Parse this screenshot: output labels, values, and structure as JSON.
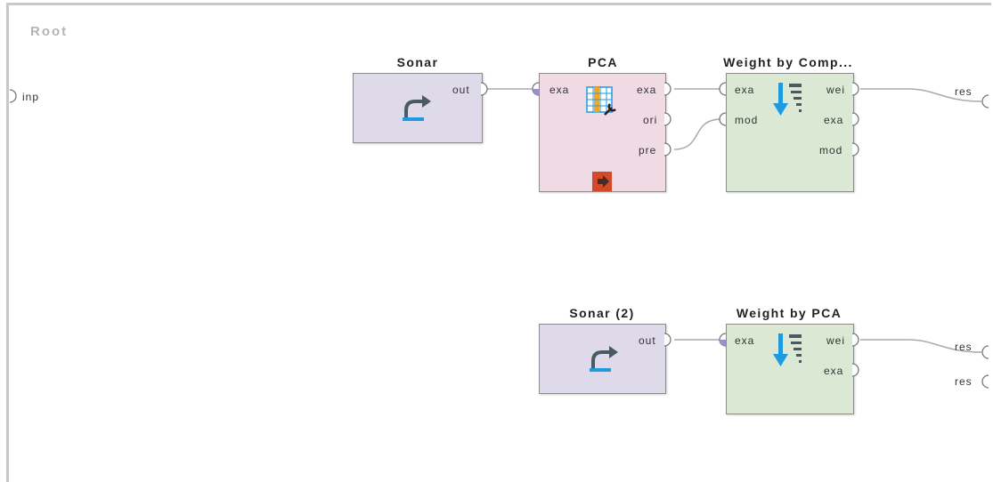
{
  "root_label": "Root",
  "process_input_ports": [
    {
      "label": "inp"
    }
  ],
  "process_output_ports": [
    {
      "label": "res"
    },
    {
      "label": "res"
    },
    {
      "label": "res"
    }
  ],
  "operators": {
    "sonar": {
      "title": "Sonar",
      "icon": "retrieve-arrow-icon",
      "color": "#dedaea",
      "outputs": [
        "out"
      ]
    },
    "pca": {
      "title": "PCA",
      "icon": "table-wrench-icon",
      "badge_icon": "subprocess-exit-icon",
      "color": "#f0dae4",
      "inputs": [
        "exa"
      ],
      "outputs": [
        "exa",
        "ori",
        "pre"
      ]
    },
    "weight_by_comp": {
      "title": "Weight by Comp...",
      "icon": "weight-sort-down-icon",
      "color": "#dbe8d3",
      "inputs": [
        "exa",
        "mod"
      ],
      "outputs": [
        "wei",
        "exa",
        "mod"
      ]
    },
    "sonar2": {
      "title": "Sonar (2)",
      "icon": "retrieve-arrow-icon",
      "color": "#dedaea",
      "outputs": [
        "out"
      ]
    },
    "weight_by_pca": {
      "title": "Weight by PCA",
      "icon": "weight-sort-down-icon",
      "color": "#dbe8d3",
      "inputs": [
        "exa"
      ],
      "outputs": [
        "wei",
        "exa"
      ]
    }
  },
  "colors": {
    "frame": "#c8c8c8",
    "connection": "#aaaaaa",
    "port_fill": "#ffffff",
    "port_stroke": "#777777",
    "connected_input": "#9a8fd0",
    "icon_blue": "#1e9be0",
    "icon_gray": "#4a5a62",
    "badge_red": "#d24a2a"
  }
}
